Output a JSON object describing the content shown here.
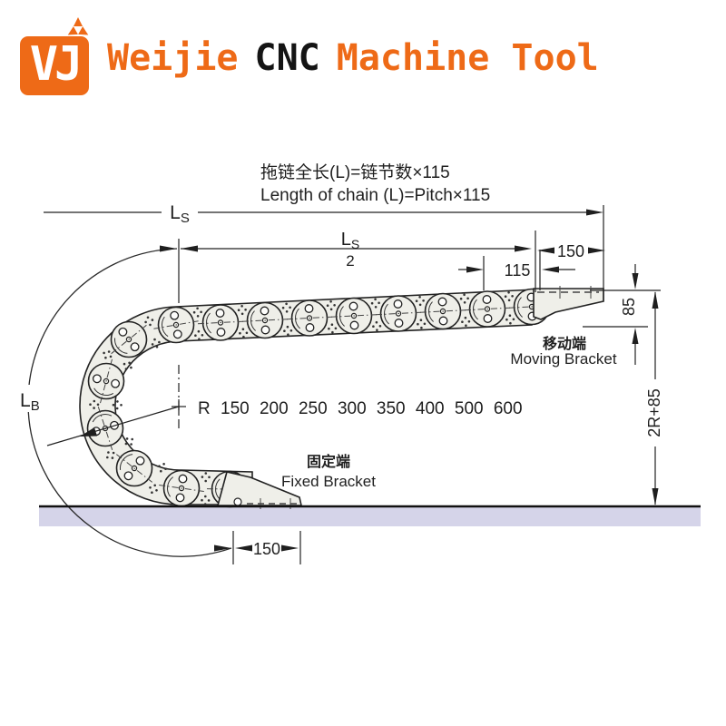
{
  "header": {
    "logo": "VJ",
    "brand_weijie": "Weijie",
    "brand_cnc": "CNC",
    "brand_machine_tool": "Machine Tool"
  },
  "notes": {
    "cn": "拖链全长(L)=链节数×115",
    "en": "Length of chain (L)=Pitch×115"
  },
  "dims": {
    "L": "L",
    "S": "S",
    "half": "2",
    "B": "B",
    "top150": "150",
    "d115": "115",
    "d85": "85",
    "d2r85": "2R+85",
    "bottom150": "150",
    "radius_series": "R 150 200 250 300 350 400 500 600"
  },
  "brackets": {
    "moving_cn": "移动端",
    "moving_en": "Moving Bracket",
    "fixed_cn": "固定端",
    "fixed_en": "Fixed Bracket"
  },
  "colors": {
    "accent": "#ee6a17",
    "ink": "#1f1f1f",
    "ground": "#d5d4e9",
    "chain": "#efefe9"
  }
}
